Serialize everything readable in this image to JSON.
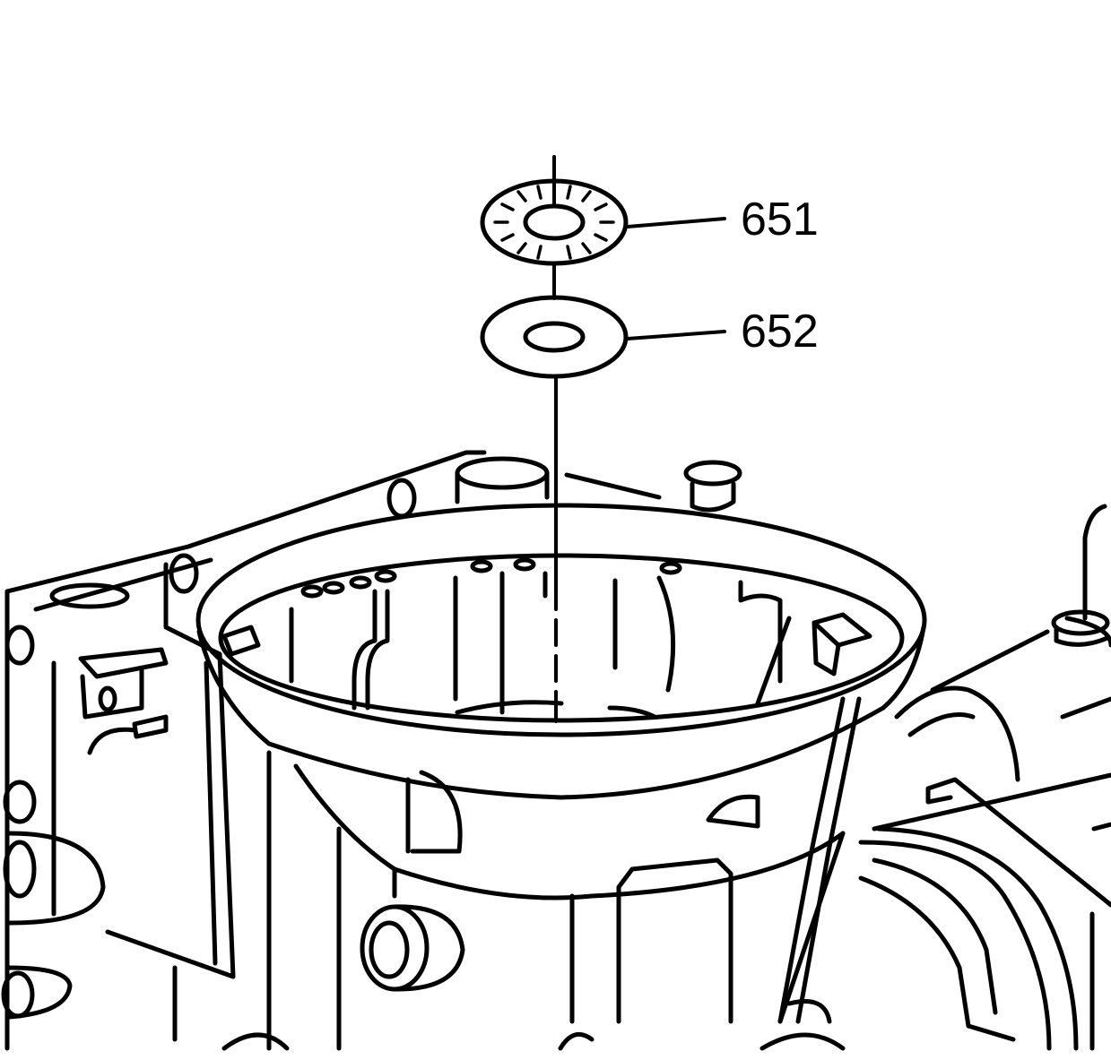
{
  "callouts": [
    {
      "id": "651",
      "label": "651"
    },
    {
      "id": "652",
      "label": "652"
    }
  ],
  "parts": {
    "upper_washer": "thrust-bearing",
    "lower_washer": "thrust-washer"
  },
  "colors": {
    "line": "#000000",
    "background": "#ffffff"
  }
}
